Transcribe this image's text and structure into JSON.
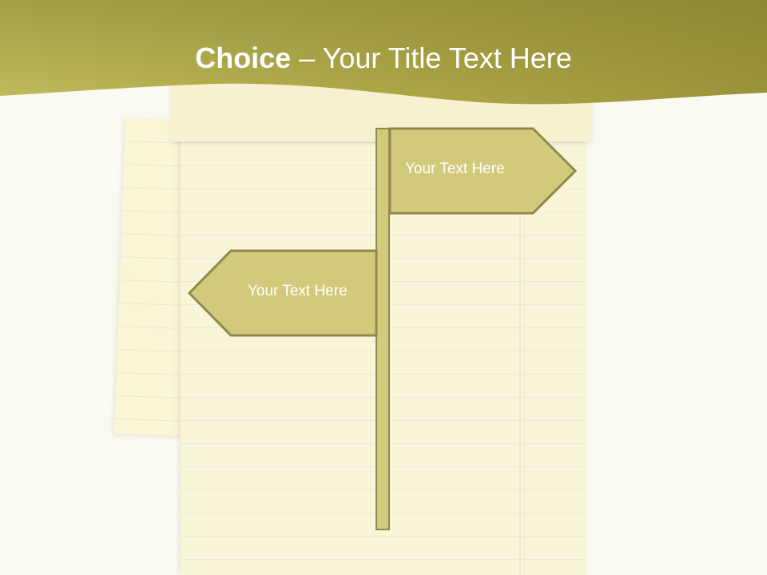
{
  "slide": {
    "title_bold": "Choice",
    "title_separator": " – ",
    "title_rest": "Your Title Text Here"
  },
  "signs": {
    "right_label": "Your Text Here",
    "left_label": "Your Text Here"
  },
  "colors": {
    "header": "#b5ad4a",
    "sign_fill": "#d3c97a",
    "sign_stroke": "#8e8a4e",
    "paper": "#f8f5d8",
    "background": "#fafaf2"
  }
}
